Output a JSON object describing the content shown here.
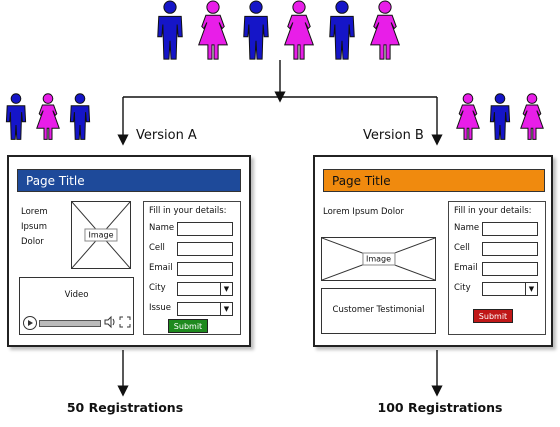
{
  "colors": {
    "male": "#1515c8",
    "female": "#e81ee8",
    "version_a_bar": "#1e4a9a",
    "version_b_bar": "#f08a0e",
    "submit_a": "#1e8a1e",
    "submit_b": "#c01818"
  },
  "icons": {
    "male": "male-person-icon",
    "female": "female-person-icon"
  },
  "population": [
    "male",
    "female",
    "male",
    "female",
    "male",
    "female"
  ],
  "version_a": {
    "label": "Version A",
    "group": [
      "male",
      "female",
      "male"
    ],
    "page_title": "Page Title",
    "lorem": [
      "Lorem",
      "Ipsum",
      "Dolor"
    ],
    "image_label": "Image",
    "video_label": "Video",
    "form_heading": "Fill in your details:",
    "fields": [
      "Name",
      "Cell",
      "Email",
      "City",
      "Issue"
    ],
    "submit_label": "Submit",
    "result": "50 Registrations"
  },
  "version_b": {
    "label": "Version B",
    "group": [
      "female",
      "male",
      "female"
    ],
    "page_title": "Page Title",
    "lorem": "Lorem Ipsum Dolor",
    "image_label": "Image",
    "testimonial": "Customer Testimonial",
    "form_heading": "Fill in your details:",
    "fields": [
      "Name",
      "Cell",
      "Email",
      "City"
    ],
    "submit_label": "Submit",
    "result": "100 Registrations"
  }
}
